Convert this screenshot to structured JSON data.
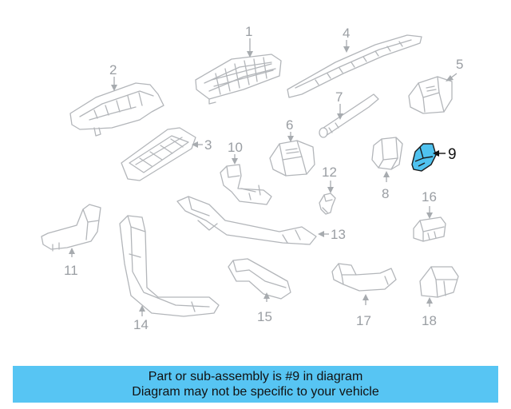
{
  "labels": {
    "p1": "1",
    "p2": "2",
    "p3": "3",
    "p4": "4",
    "p5": "5",
    "p6": "6",
    "p7": "7",
    "p8": "8",
    "p9": "9",
    "p10": "10",
    "p11": "11",
    "p12": "12",
    "p13": "13",
    "p14": "14",
    "p15": "15",
    "p16": "16",
    "p17": "17",
    "p18": "18"
  },
  "banner": {
    "line1": "Part or sub-assembly is #9 in diagram",
    "line2": "Diagram may not be specific to your vehicle"
  },
  "colors": {
    "highlight": "#4fc2ef",
    "banner": "#57c5f3",
    "line": "#b3b6ba"
  }
}
